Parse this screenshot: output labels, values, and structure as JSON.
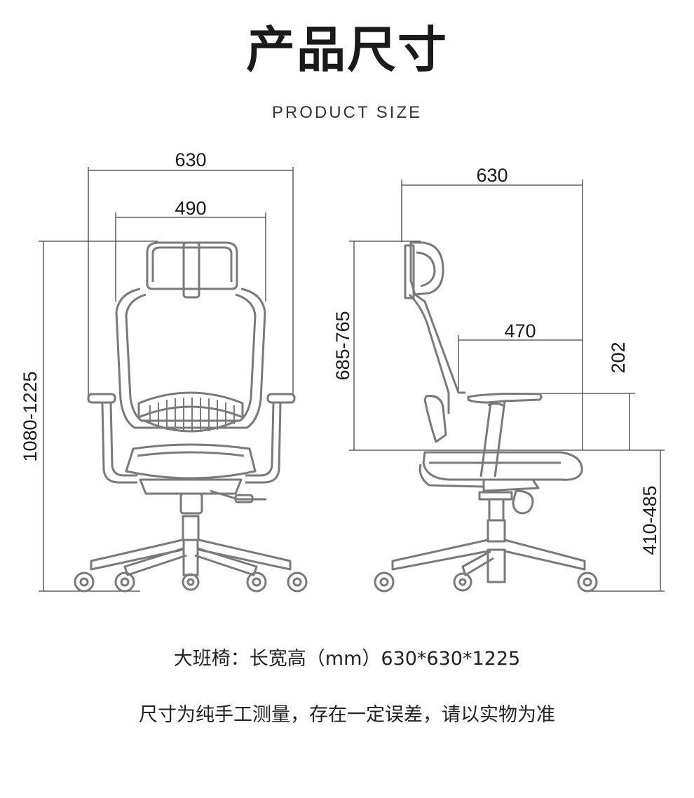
{
  "title": "产品尺寸",
  "subtitle": "PRODUCT SIZE",
  "front_view": {
    "width_outer": "630",
    "width_inner": "490",
    "height_total": "1080-1225"
  },
  "side_view": {
    "depth_total": "630",
    "seat_depth": "470",
    "back_height": "685-765",
    "armrest_height": "202",
    "seat_height": "410-485"
  },
  "spec_line": "大班椅：长宽高（mm）630*630*1225",
  "note_line": "尺寸为纯手工测量，存在一定误差，请以实物为准"
}
